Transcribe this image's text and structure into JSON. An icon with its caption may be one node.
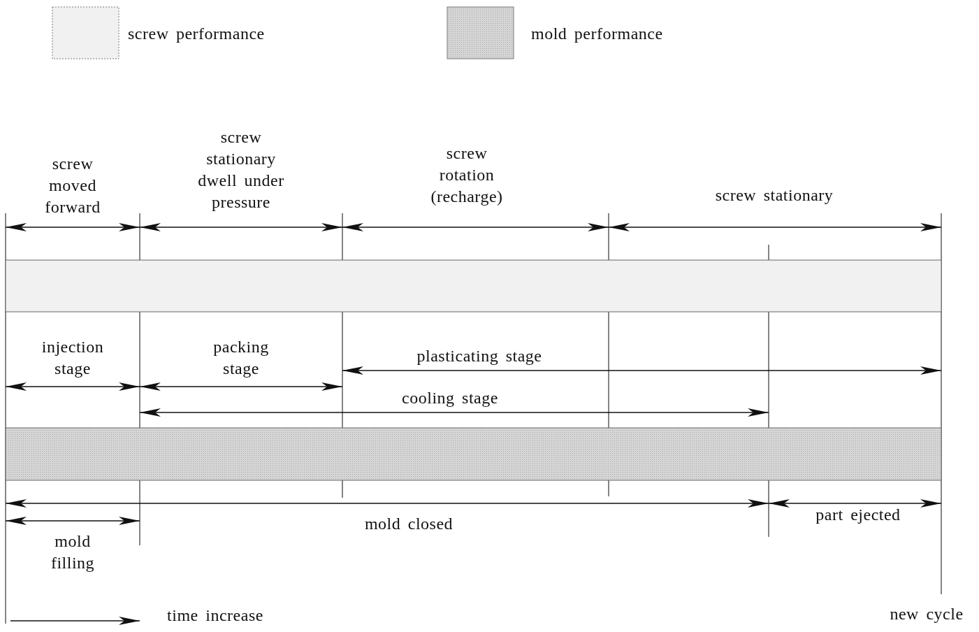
{
  "diagram": {
    "nodes": [
      {
        "text": [],
        "shape": "bar"
      },
      {
        "text": [],
        "shape": "bar"
      }
    ],
    "labels": [
      "screw moved forward",
      "screw stationary dwell under pressure",
      "screw rotation (recharge)",
      "screw stationary",
      "injection stage",
      "packing stage",
      "plasticating stage",
      "cooling stage",
      "mold closed",
      "part ejected",
      "mold filling",
      "time increase",
      "new cycle"
    ],
    "legend": [
      {
        "text": "screw performance",
        "color": "#f1f1f1"
      },
      {
        "text": "mold performance",
        "color": "#d6d6d6"
      }
    ]
  }
}
